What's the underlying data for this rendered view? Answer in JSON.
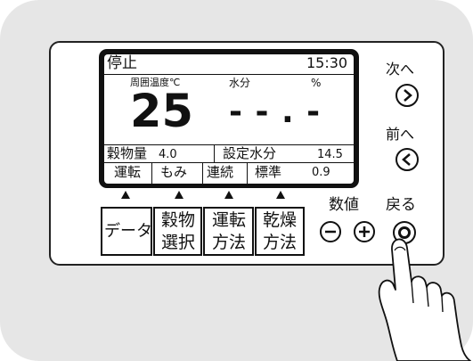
{
  "display": {
    "status": "停止",
    "time": "15:30",
    "temp_label": "周囲温度℃",
    "moisture_label": "水分",
    "percent_label": "%",
    "temp_value": "25",
    "moisture_value": "- - . -",
    "grain_amount_label": "穀物量",
    "grain_amount_value": "4.0",
    "target_moisture_label": "設定水分",
    "target_moisture_value": "14.5",
    "tabs": [
      "運転",
      "もみ",
      "連続",
      "標準",
      "0.9"
    ]
  },
  "function_keys": [
    {
      "line1": "データ",
      "line2": ""
    },
    {
      "line1": "穀物",
      "line2": "選択"
    },
    {
      "line1": "運転",
      "line2": "方法"
    },
    {
      "line1": "乾燥",
      "line2": "方法"
    }
  ],
  "side_buttons": {
    "next_label": "次へ",
    "prev_label": "前へ",
    "value_label": "数値",
    "back_label": "戻る"
  },
  "icons": {
    "next": "chevron-right-circle-icon",
    "prev": "chevron-left-circle-icon",
    "minus": "minus-circle-icon",
    "plus": "plus-circle-icon",
    "back": "ring-button-icon",
    "hand": "pointing-hand-icon"
  }
}
